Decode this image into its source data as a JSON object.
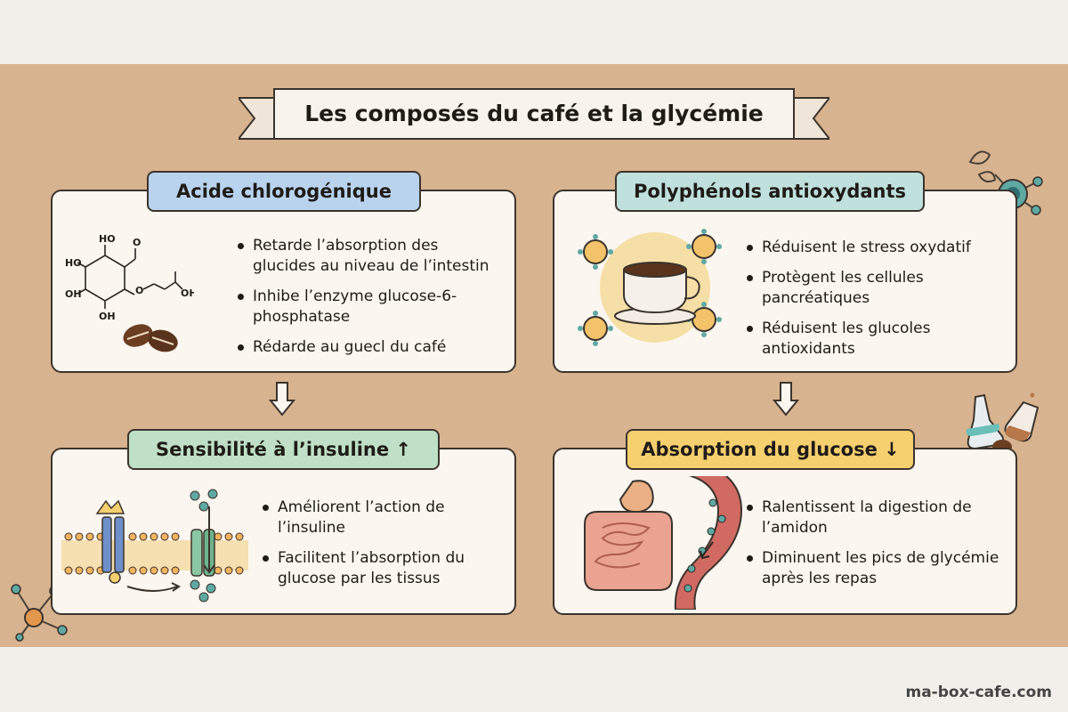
{
  "title": "Les composés du café et la glycémie",
  "watermark": "ma-box-cafe.com",
  "colors": {
    "background_band": "#d8b38f",
    "card_fill": "#fbf6ef",
    "tag_blue": "#b9d3ee",
    "tag_teal": "#bfe0dc",
    "tag_green": "#bfe0c6",
    "tag_yellow": "#f6cf6e",
    "outline": "#3b342d"
  },
  "cards": {
    "chlorogenic": {
      "label": "Acide chlorogénique",
      "icon": "chlorogenic-acid-molecule-icon",
      "bullets": [
        "Retarde l’absorption des glucides au niveau de l’intestin",
        "Inhibe l’enzyme glucose-6-phosphatase",
        "Rédarde au guecl du café"
      ],
      "molecule_labels": [
        "HO",
        "HO",
        "OH",
        "OH",
        "O",
        "O",
        "OH"
      ]
    },
    "polyphenols": {
      "label": "Polyphénols antioxydants",
      "icon": "coffee-cup-icon",
      "bullets": [
        "Réduisent le stress oxydatif",
        "Protègent les cellules pancréatiques",
        "Réduisent les glucoles antioxidants"
      ]
    },
    "insulin": {
      "label": "Sensibilité à l’insuline ↑",
      "icon": "cell-membrane-icon",
      "bullets": [
        "Améliorent l’action de l’insuline",
        "Facilitent l’absorption du glucose par les tissus"
      ]
    },
    "glucose": {
      "label": "Absorption du glucose ↓",
      "icon": "digestive-system-icon",
      "bullets": [
        "Ralentissent la digestion de l’amidon",
        "Diminuent les pics de glycémie après les repas"
      ]
    }
  }
}
